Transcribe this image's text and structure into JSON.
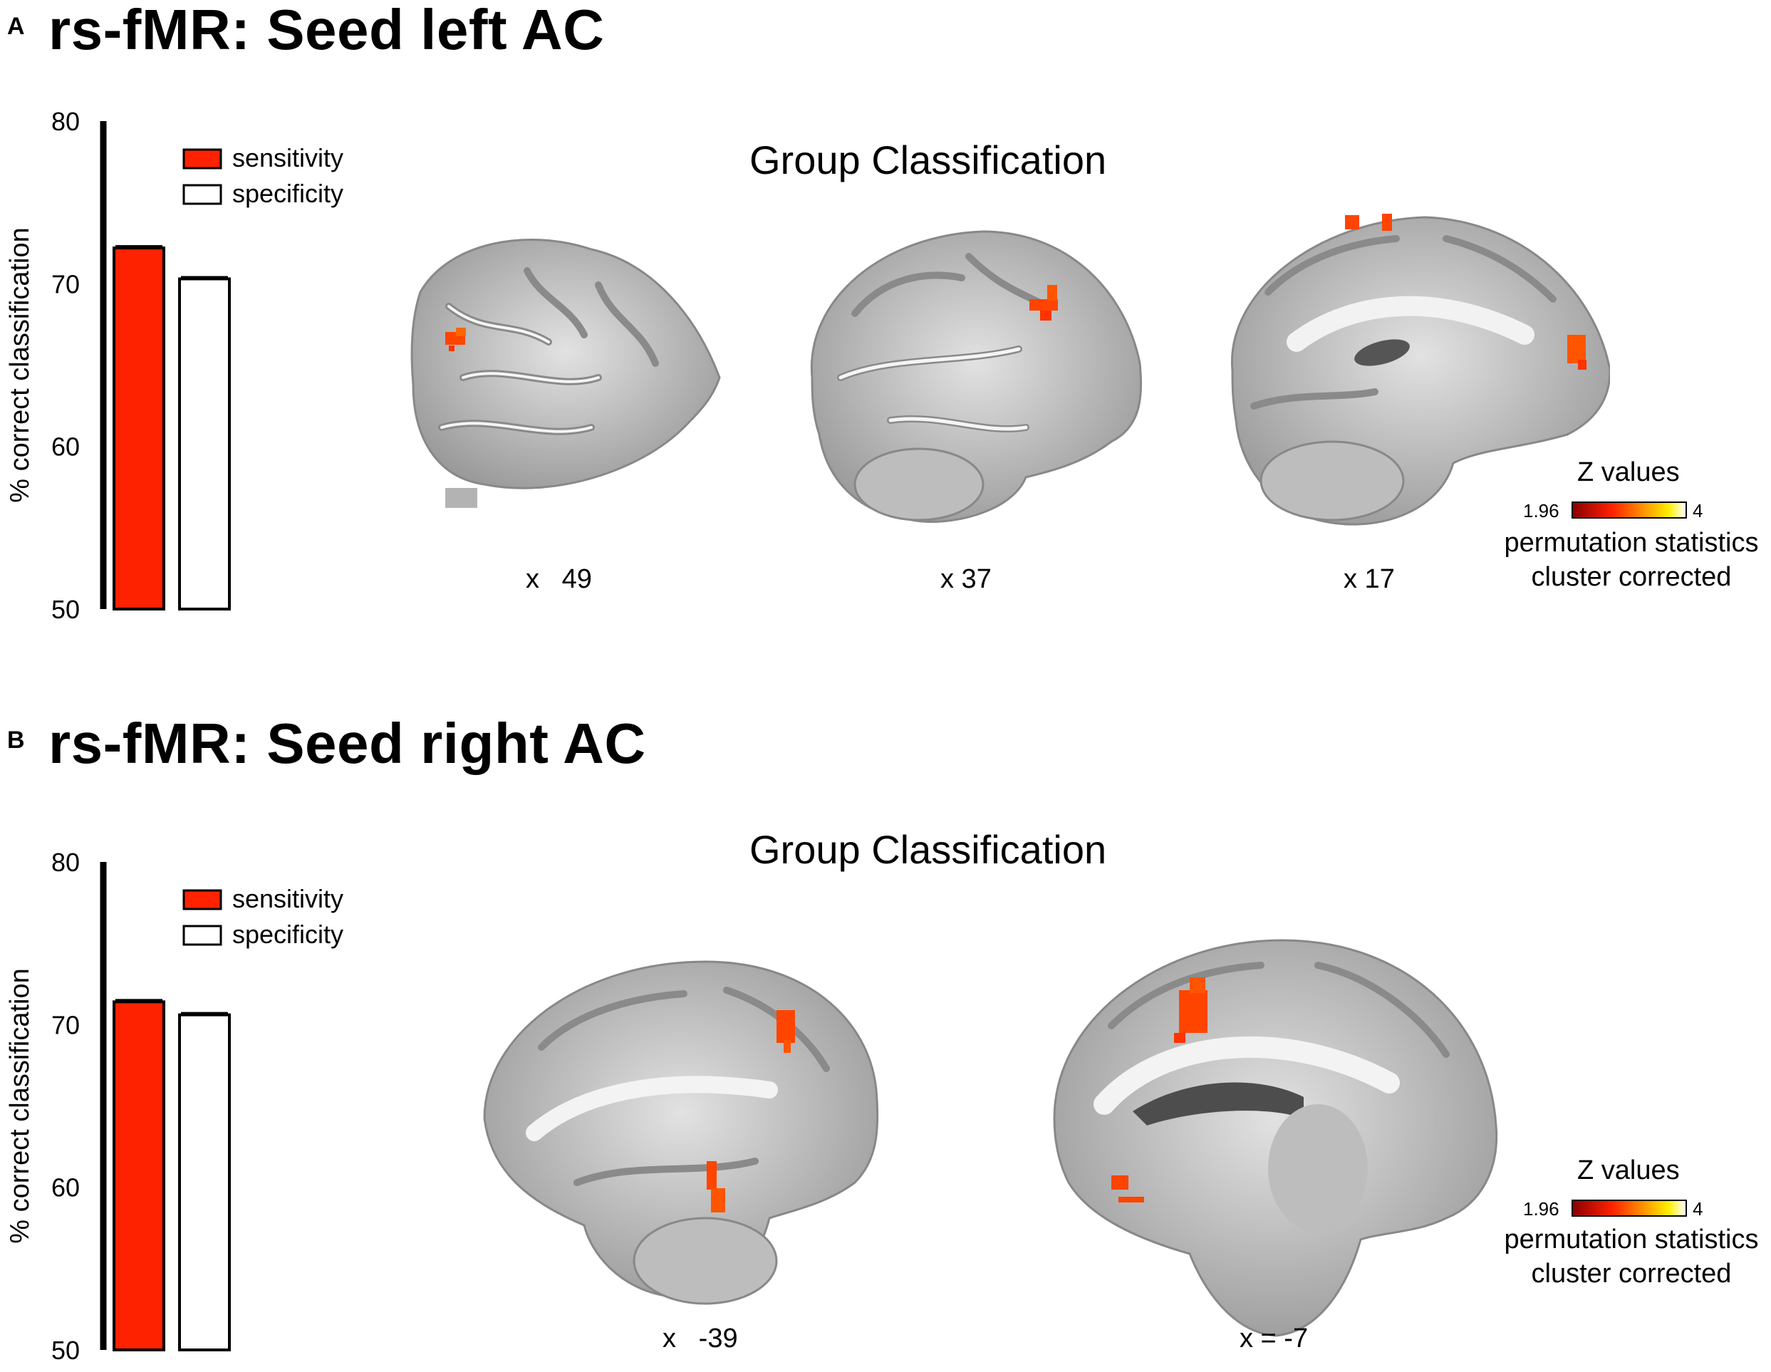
{
  "panels": [
    {
      "letter": "A",
      "title": "rs-fMR: Seed left AC",
      "group_title": "Group Classification",
      "slices": [
        "x   49",
        "x 37",
        "x 17"
      ],
      "colorbar": {
        "label": "Z values",
        "min": "1.96",
        "max": "4",
        "caption_line1": "permutation statistics",
        "caption_line2": "cluster corrected"
      }
    },
    {
      "letter": "B",
      "title": "rs-fMR: Seed right AC",
      "group_title": "Group Classification",
      "slices": [
        "x   -39",
        "x = -7"
      ],
      "colorbar": {
        "label": "Z values",
        "min": "1.96",
        "max": "4",
        "caption_line1": "permutation statistics",
        "caption_line2": "cluster corrected"
      }
    }
  ],
  "chart_data": [
    {
      "type": "bar",
      "categories": [
        "sensitivity",
        "specificity"
      ],
      "values": [
        72.2,
        70.3
      ],
      "ylabel": "% correct classification",
      "ylim": [
        50,
        80
      ],
      "yticks": [
        "50",
        "60",
        "70",
        "80"
      ],
      "legend": [
        "sensitivity",
        "specificity"
      ],
      "colors": [
        "#ff2200",
        "#ffffff"
      ]
    },
    {
      "type": "bar",
      "categories": [
        "sensitivity",
        "specificity"
      ],
      "values": [
        71.4,
        70.6
      ],
      "ylabel": "% correct classification",
      "ylim": [
        50,
        80
      ],
      "yticks": [
        "50",
        "60",
        "70",
        "80"
      ],
      "legend": [
        "sensitivity",
        "specificity"
      ],
      "colors": [
        "#ff2200",
        "#ffffff"
      ]
    }
  ]
}
